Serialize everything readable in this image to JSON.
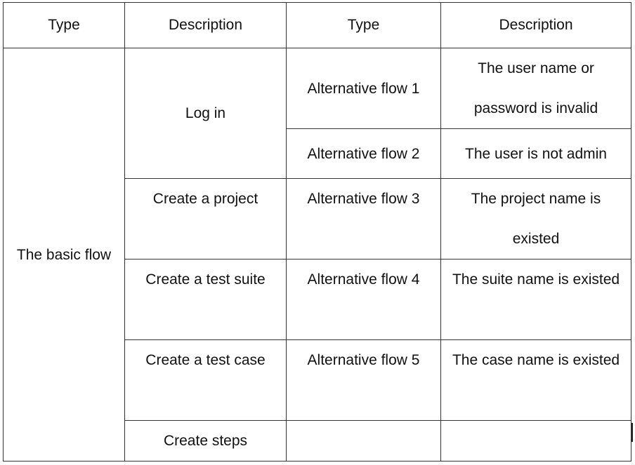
{
  "header": {
    "type_1": "Type",
    "description_1": "Description",
    "type_2": "Type",
    "description_2": "Description"
  },
  "basic_flow": {
    "type": "The basic flow",
    "steps": [
      "Log in",
      "Create a project",
      "Create a test suite",
      "Create a test case",
      "Create steps"
    ]
  },
  "alternative_flows": [
    {
      "type": "Alternative flow 1",
      "description": "The user name or password is invalid"
    },
    {
      "type": "Alternative flow 2",
      "description": "The user is not admin"
    },
    {
      "type": "Alternative flow 3",
      "description": "The project name is existed"
    },
    {
      "type": "Alternative flow 4",
      "description": "The suite name is existed"
    },
    {
      "type": "Alternative flow 5",
      "description": "The case name is existed"
    }
  ]
}
